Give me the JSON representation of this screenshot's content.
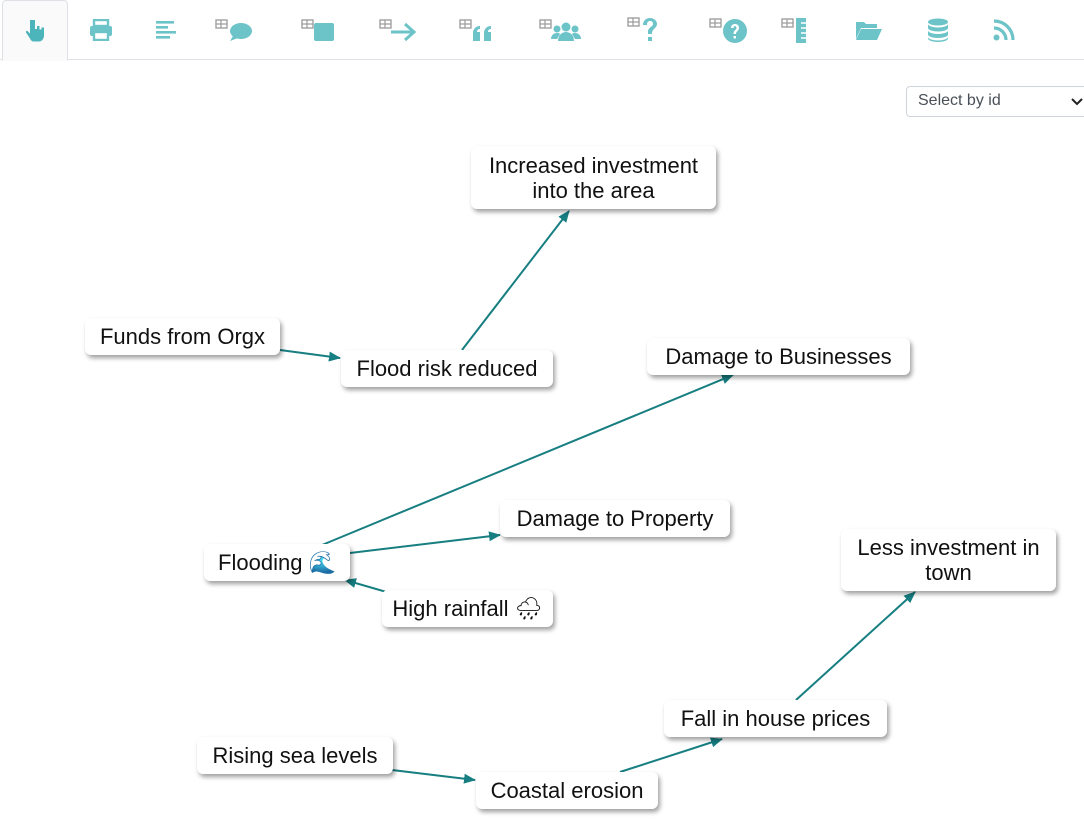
{
  "toolbar": {
    "tabs": [
      {
        "icon": "hand-pointer-icon"
      },
      {
        "icon": "printer-icon"
      },
      {
        "icon": "align-left-icon"
      },
      {
        "icon": "table-comment-icon"
      },
      {
        "icon": "table-square-icon"
      },
      {
        "icon": "table-arrow-right-icon"
      },
      {
        "icon": "table-quote-icon"
      },
      {
        "icon": "table-users-icon"
      },
      {
        "icon": "table-question-icon"
      },
      {
        "icon": "table-question-circle-icon"
      },
      {
        "icon": "table-ruler-icon"
      },
      {
        "icon": "folder-open-icon"
      },
      {
        "icon": "database-icon"
      },
      {
        "icon": "rss-icon"
      }
    ],
    "accent": "#6cc3c8"
  },
  "select": {
    "label": "Select by id"
  },
  "diagram": {
    "edge_color": "#177e81",
    "nodes": {
      "increased_investment": "Increased investment into the area",
      "funds_orgx": "Funds from Orgx",
      "flood_risk_reduced": "Flood risk reduced",
      "damage_businesses": "Damage to Businesses",
      "damage_property": "Damage to Property",
      "flooding": "Flooding 🌊",
      "high_rainfall": "High rainfall 🌧",
      "less_investment": "Less investment in town",
      "fall_house_prices": "Fall in house prices",
      "rising_sea": "Rising sea levels",
      "coastal_erosion": "Coastal erosion"
    },
    "edges": [
      {
        "from": "funds_orgx",
        "to": "flood_risk_reduced"
      },
      {
        "from": "flood_risk_reduced",
        "to": "increased_investment"
      },
      {
        "from": "flooding",
        "to": "damage_businesses"
      },
      {
        "from": "flooding",
        "to": "damage_property"
      },
      {
        "from": "high_rainfall",
        "to": "flooding"
      },
      {
        "from": "rising_sea",
        "to": "coastal_erosion"
      },
      {
        "from": "coastal_erosion",
        "to": "fall_house_prices"
      },
      {
        "from": "fall_house_prices",
        "to": "less_investment"
      }
    ]
  }
}
